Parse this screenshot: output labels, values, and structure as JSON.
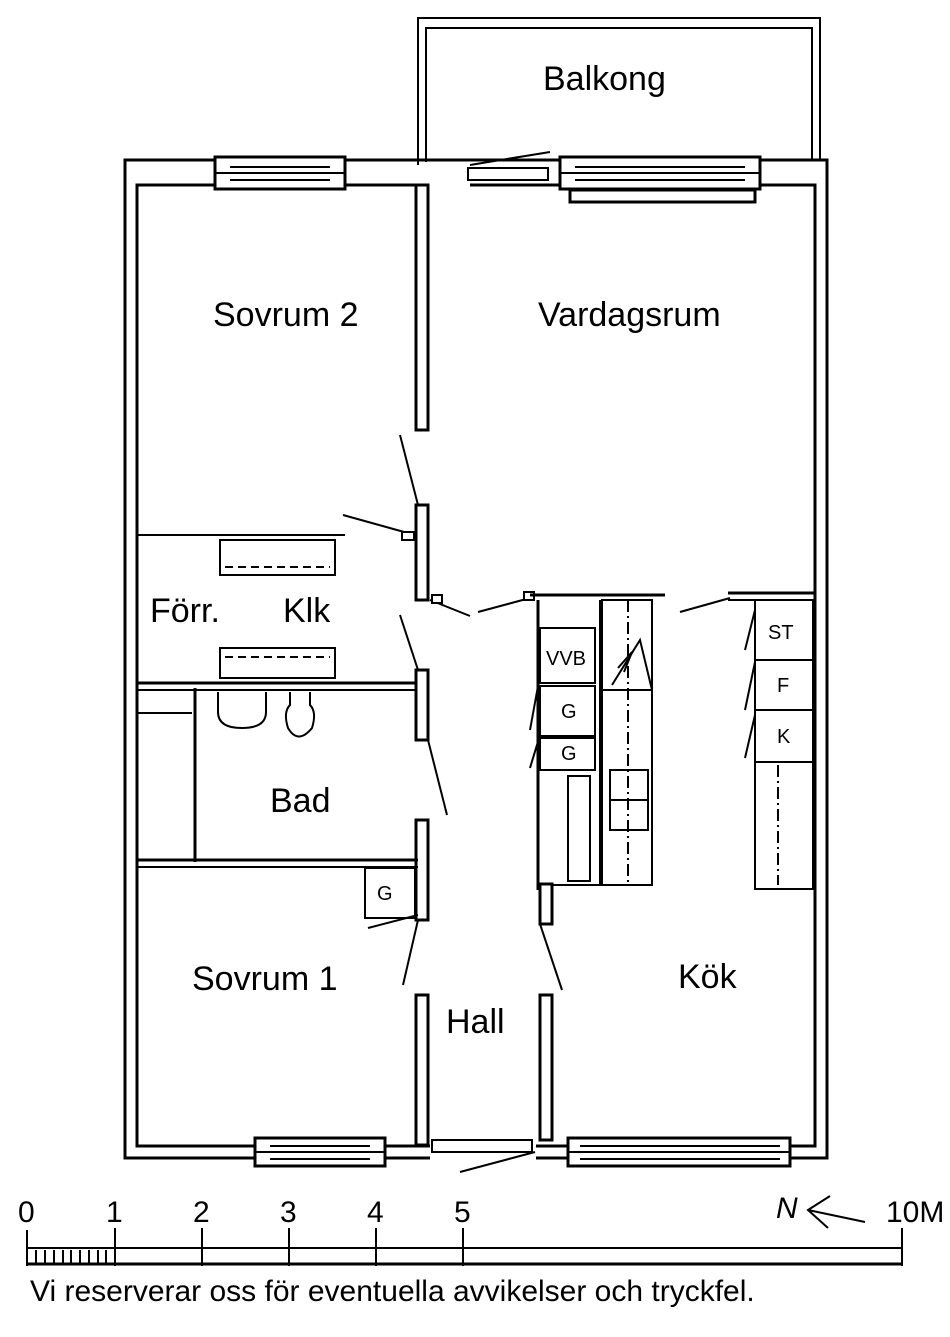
{
  "rooms": {
    "balkong": "Balkong",
    "sovrum2": "Sovrum 2",
    "vardagsrum": "Vardagsrum",
    "forr": "Förr.",
    "klk": "Klk",
    "bad": "Bad",
    "sovrum1": "Sovrum 1",
    "hall": "Hall",
    "kok": "Kök"
  },
  "fixtures": {
    "vvb": "VVB",
    "g": "G",
    "st": "ST",
    "f": "F",
    "k": "K"
  },
  "scale": {
    "ticks": [
      "0",
      "1",
      "2",
      "3",
      "4",
      "5"
    ],
    "end_label": "10M",
    "north": "N"
  },
  "disclaimer": "Vi reserverar oss för eventuella avvikelser och tryckfel."
}
